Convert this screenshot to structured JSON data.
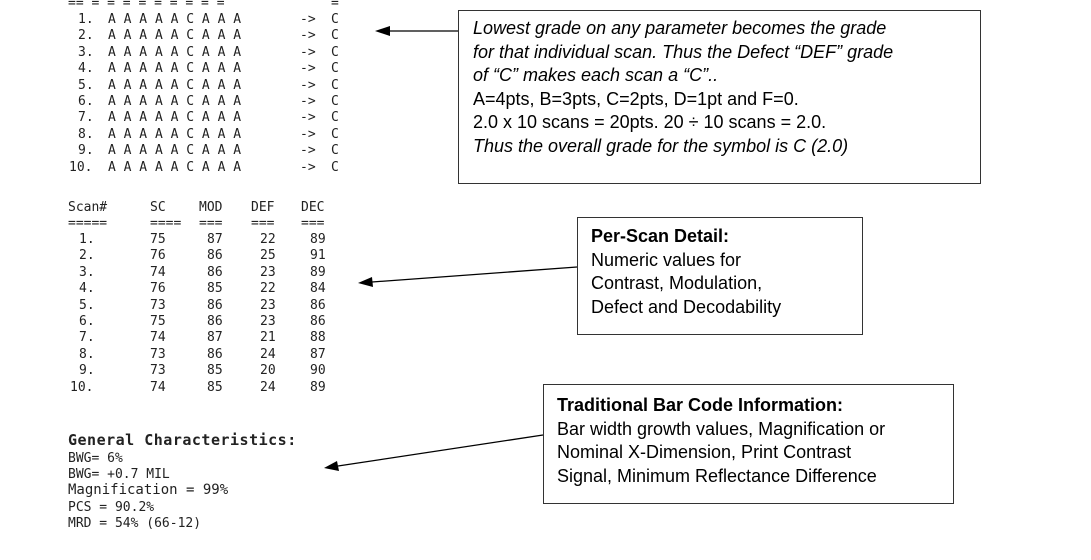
{
  "grades": {
    "header_left": "== = = = = = = = = =",
    "header_right": "=",
    "rows": [
      {
        "num": "1.",
        "letters": "A A A A A C A A A",
        "arrow": "->",
        "result": "C"
      },
      {
        "num": "2.",
        "letters": "A A A A A C A A A",
        "arrow": "->",
        "result": "C"
      },
      {
        "num": "3.",
        "letters": "A A A A A C A A A",
        "arrow": "->",
        "result": "C"
      },
      {
        "num": "4.",
        "letters": "A A A A A C A A A",
        "arrow": "->",
        "result": "C"
      },
      {
        "num": "5.",
        "letters": "A A A A A C A A A",
        "arrow": "->",
        "result": "C"
      },
      {
        "num": "6.",
        "letters": "A A A A A C A A A",
        "arrow": "->",
        "result": "C"
      },
      {
        "num": "7.",
        "letters": "A A A A A C A A A",
        "arrow": "->",
        "result": "C"
      },
      {
        "num": "8.",
        "letters": "A A A A A C A A A",
        "arrow": "->",
        "result": "C"
      },
      {
        "num": "9.",
        "letters": "A A A A A C A A A",
        "arrow": "->",
        "result": "C"
      },
      {
        "num": "10.",
        "letters": "A A A A A C A A A",
        "arrow": "->",
        "result": "C"
      }
    ]
  },
  "callout_grade": {
    "lines": [
      "Lowest grade on any parameter becomes the grade",
      "for that individual scan. Thus the Defect “DEF” grade",
      "of “C” makes each scan a “C”..",
      "A=4pts, B=3pts, C=2pts, D=1pt and F=0.",
      "2.0 x 10 scans = 20pts.  20 ÷ 10 scans = 2.0.",
      "Thus the overall grade for the symbol is C (2.0)"
    ]
  },
  "scan_table": {
    "columns": [
      "Scan#",
      "SC",
      "MOD",
      "DEF",
      "DEC"
    ],
    "separators": [
      "=====",
      "====",
      "===",
      "===",
      "==="
    ],
    "rows": [
      [
        "1.",
        "75",
        "87",
        "22",
        "89"
      ],
      [
        "2.",
        "76",
        "86",
        "25",
        "91"
      ],
      [
        "3.",
        "74",
        "86",
        "23",
        "89"
      ],
      [
        "4.",
        "76",
        "85",
        "22",
        "84"
      ],
      [
        "5.",
        "73",
        "86",
        "23",
        "86"
      ],
      [
        "6.",
        "75",
        "86",
        "23",
        "86"
      ],
      [
        "7.",
        "74",
        "87",
        "21",
        "88"
      ],
      [
        "8.",
        "73",
        "86",
        "24",
        "87"
      ],
      [
        "9.",
        "73",
        "85",
        "20",
        "90"
      ],
      [
        "10.",
        "74",
        "85",
        "24",
        "89"
      ]
    ]
  },
  "callout_scan": {
    "title": "Per-Scan Detail:",
    "lines": [
      "Numeric values for",
      "Contrast, Modulation,",
      "Defect and Decodability"
    ]
  },
  "general": {
    "title": "General Characteristics:",
    "lines": [
      "BWG= 6%",
      "BWG= +0.7 MIL",
      "Magnification = 99%",
      "PCS = 90.2%",
      "MRD = 54% (66-12)"
    ]
  },
  "callout_barcode": {
    "title": "Traditional Bar Code Information:",
    "lines": [
      "Bar width growth values, Magnification or",
      "Nominal X-Dimension, Print Contrast",
      "Signal, Minimum Reflectance Difference"
    ]
  }
}
